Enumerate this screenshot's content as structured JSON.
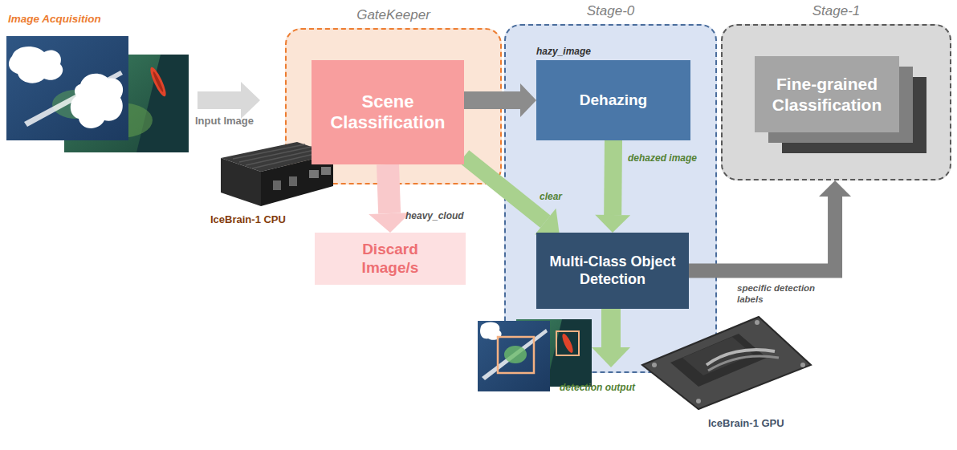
{
  "diagram": {
    "nodes": [
      {
        "text": [
          "GateKeeper"
        ]
      },
      {
        "text": [
          "Scene Classification"
        ],
        "in": 0
      },
      {
        "text": [
          "Discard Image/s"
        ]
      },
      {
        "text": [
          "Stage-0"
        ]
      },
      {
        "text": [
          "Dehazing"
        ],
        "in": 3
      },
      {
        "text": [
          "Multi-Class Object Detection"
        ],
        "in": 3
      },
      {
        "text": [
          "Stage-1"
        ]
      },
      {
        "text": [
          "Fine-grained Classification"
        ],
        "in": 6
      }
    ],
    "edges": [
      {
        "from": 1,
        "to": 4,
        "arrow": "to",
        "label": "hazy_image"
      },
      {
        "from": 1,
        "to": 5,
        "arrow": "to",
        "label": "clear"
      },
      {
        "from": 4,
        "to": 5,
        "arrow": "to",
        "label": "dehazed image"
      },
      {
        "from": 1,
        "to": 2,
        "arrow": "to",
        "label": "heavy_cloud"
      },
      {
        "from": 5,
        "to": 6,
        "arrow": "to",
        "label": "specific detection labels"
      }
    ],
    "labels": [
      "Image Acquisition",
      "Input Image",
      "IceBrain-1 CPU",
      "detection output",
      "IceBrain-1 GPU"
    ]
  }
}
